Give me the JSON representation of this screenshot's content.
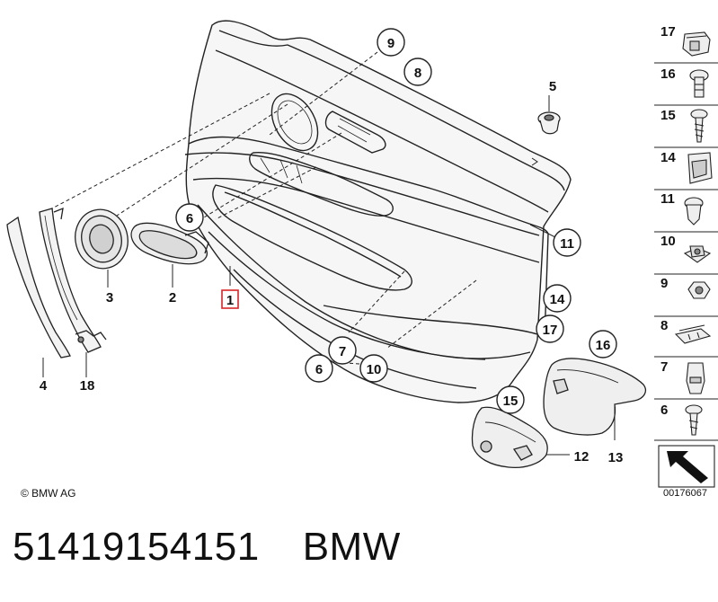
{
  "callouts": {
    "c9": "9",
    "c8": "8",
    "c5": "5",
    "c6a": "6",
    "c3": "3",
    "c2": "2",
    "c1": "1",
    "c11": "11",
    "c14": "14",
    "c17": "17",
    "c16": "16",
    "c7": "7",
    "c6b": "6",
    "c10": "10",
    "c4": "4",
    "c18": "18",
    "c15": "15",
    "c12": "12",
    "c13": "13"
  },
  "legend": [
    "17",
    "16",
    "15",
    "14",
    "11",
    "10",
    "9",
    "8",
    "7",
    "6"
  ],
  "copyright": "© BMW AG",
  "doc_id": "00176067",
  "caption": {
    "part_number": "51419154151",
    "brand": "BMW"
  },
  "colors": {
    "highlight": "#d9262a",
    "ink": "#111111",
    "panel_fill": "#f4f4f4"
  }
}
